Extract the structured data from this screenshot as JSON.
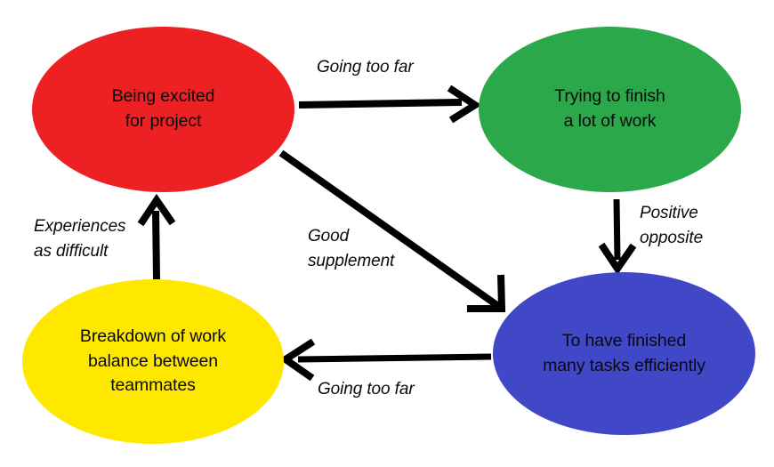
{
  "diagram": {
    "type": "cycle-diagram",
    "background_color": "#FFFFFF",
    "text_color": "#0A0A0A",
    "arrow_color": "#000000",
    "nodes": [
      {
        "id": "excited",
        "label": "Being excited\nfor project",
        "color": "#ED2024",
        "position": "top-left"
      },
      {
        "id": "finish",
        "label": "Trying to finish\na lot of work",
        "color": "#2BA84A",
        "position": "top-right"
      },
      {
        "id": "tasks",
        "label": "To have finished\nmany tasks efficiently",
        "color": "#4048C8",
        "position": "bottom-right"
      },
      {
        "id": "breakdown",
        "label": "Breakdown of work\nbalance between\nteammates",
        "color": "#FFE800",
        "position": "bottom-left"
      }
    ],
    "edges": [
      {
        "id": "excited-to-finish",
        "label": "Going too far",
        "from": "excited",
        "to": "finish",
        "direction": "right"
      },
      {
        "id": "finish-to-tasks",
        "label": "Positive\nopposite",
        "from": "finish",
        "to": "tasks",
        "direction": "down"
      },
      {
        "id": "excited-to-tasks",
        "label": "Good\nsupplement",
        "from": "excited",
        "to": "tasks",
        "direction": "diagonal-down-right"
      },
      {
        "id": "tasks-to-breakdown",
        "label": "Going too far",
        "from": "tasks",
        "to": "breakdown",
        "direction": "left"
      },
      {
        "id": "breakdown-to-excited",
        "label": "Experiences\nas difficult",
        "from": "breakdown",
        "to": "excited",
        "direction": "up"
      }
    ]
  }
}
